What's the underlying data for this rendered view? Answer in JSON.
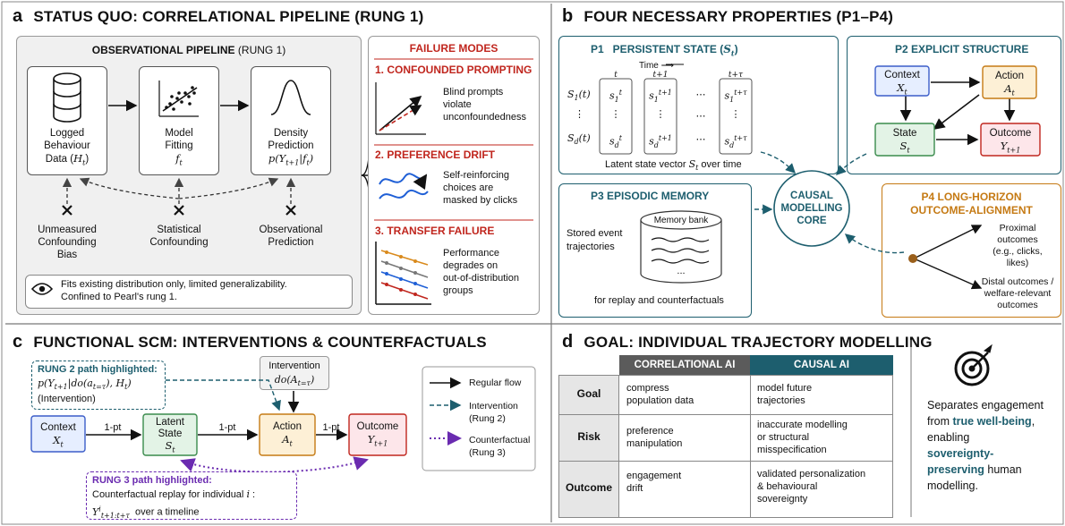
{
  "panels": {
    "a": {
      "letter": "a",
      "title": "STATUS QUO: CORRELATIONAL PIPELINE (RUNG 1)"
    },
    "b": {
      "letter": "b",
      "title": "FOUR NECESSARY PROPERTIES (P1–P4)"
    },
    "c": {
      "letter": "c",
      "title": "FUNCTIONAL SCM: INTERVENTIONS & COUNTERFACTUALS"
    },
    "d": {
      "letter": "d",
      "title": "GOAL: INDIVIDUAL TRAJECTORY MODELLING"
    }
  },
  "a": {
    "pipeline_title": "OBSERVATIONAL PIPELINE",
    "pipeline_rung": "(RUNG 1)",
    "steps": [
      {
        "l1": "Logged",
        "l2": "Behaviour",
        "l3": "Data (H_t)",
        "icon": "database-icon"
      },
      {
        "l1": "Model",
        "l2": "Fitting",
        "l3": "f_t",
        "icon": "scatter-plot-icon"
      },
      {
        "l1": "Density",
        "l2": "Prediction",
        "l3": "p(Y_{t+1}|f_t)",
        "icon": "bell-curve-icon"
      }
    ],
    "biases": [
      {
        "l1": "Unmeasured",
        "l2": "Confounding",
        "l3": "Bias"
      },
      {
        "l1": "Statistical",
        "l2": "Confounding",
        "l3": ""
      },
      {
        "l1": "Observational",
        "l2": "Prediction",
        "l3": ""
      }
    ],
    "note_line1": "Fits existing distribution only, limited generalizability.",
    "note_line2": "Confined to Pearl's rung 1.",
    "failure_title": "FAILURE MODES",
    "failures": [
      {
        "title": "1. CONFOUNDED PROMPTING",
        "l1": "Blind prompts",
        "l2": "violate",
        "l3": "unconfoundedness"
      },
      {
        "title": "2. PREFERENCE DRIFT",
        "l1": "Self-reinforcing",
        "l2": "choices are",
        "l3": "masked by clicks"
      },
      {
        "title": "3. TRANSFER FAILURE",
        "l1": "Performance",
        "l2": "degrades on",
        "l3": "out-of-distribution",
        "l4": "groups"
      }
    ]
  },
  "b": {
    "p1": {
      "title": "P1   PERSISTENT STATE (S_t)",
      "time": "Time",
      "caption": "Latent state vector S_t over time"
    },
    "p2": {
      "title": "P2   EXPLICIT STRUCTURE",
      "context": "Context",
      "context_v": "X_t",
      "action": "Action",
      "action_v": "A_t",
      "state": "State",
      "state_v": "S_t",
      "outcome": "Outcome",
      "outcome_v": "Y_{t+1}"
    },
    "p3": {
      "title": "P3   EPISODIC MEMORY",
      "stored1": "Stored event",
      "stored2": "trajectories",
      "bank": "Memory bank",
      "dots": "...",
      "caption": "for replay and counterfactuals"
    },
    "p4": {
      "title1": "P4   LONG-HORIZON",
      "title2": "OUTCOME-ALIGNMENT",
      "prox1": "Proximal",
      "prox2": "outcomes",
      "prox3": "(e.g., clicks,",
      "prox4": "likes)",
      "dist1": "Distal outcomes /",
      "dist2": "welfare-relevant",
      "dist3": "outcomes"
    },
    "core1": "CAUSAL",
    "core2": "MODELLING",
    "core3": "CORE"
  },
  "c": {
    "rung2_title": "RUNG 2 path highlighted:",
    "rung2_formula": "p(Y_{t+1}|do(a_{t=τ}), H_t)",
    "rung2_sub": "(Intervention)",
    "intervention": "Intervention",
    "intervention_f": "do(A_{t=τ})",
    "nodes": {
      "context": "Context",
      "context_v": "X_t",
      "latent1": "Latent",
      "latent2": "State",
      "latent_v": "S_t",
      "action": "Action",
      "action_v": "A_t",
      "outcome": "Outcome",
      "outcome_v": "Y_{t+1}"
    },
    "edge": "1-pt",
    "rung3_title": "RUNG 3 path highlighted:",
    "rung3_l1": "Counterfactual replay for individual i :",
    "rung3_l2": "over a timeline",
    "legend": [
      {
        "label": "Regular flow"
      },
      {
        "label": "Intervention",
        "sub": "(Rung 2)"
      },
      {
        "label": "Counterfactual",
        "sub": "(Rung 3)"
      }
    ]
  },
  "d": {
    "col1": "CORRELATIONAL AI",
    "col2": "CAUSAL AI",
    "rows": [
      {
        "h": "Goal",
        "a1": "compress",
        "a2": "population data",
        "b1": "model future",
        "b2": "trajectories"
      },
      {
        "h": "Risk",
        "a1": "preference",
        "a2": "manipulation",
        "b1": "inaccurate modelling",
        "b2": "or structural",
        "b3": "misspecification"
      },
      {
        "h": "Outcome",
        "a1": "engagement",
        "a2": "drift",
        "b1": "validated personalization",
        "b2": "& behavioural",
        "b3": "sovereignty"
      }
    ],
    "side": {
      "l1": "Separates engagement",
      "l2a": "from ",
      "l2b": "true well-being",
      "l2c": ",",
      "l3": "enabling",
      "l4": "sovereignty-",
      "l5a": "preserving",
      "l5b": " human",
      "l6": "modelling."
    }
  },
  "colors": {
    "teal": "#1d5e6e",
    "red": "#c0261e",
    "purple": "#6a2bb0",
    "orange": "#c57a14",
    "gray_panel": "#f1f1f1"
  }
}
